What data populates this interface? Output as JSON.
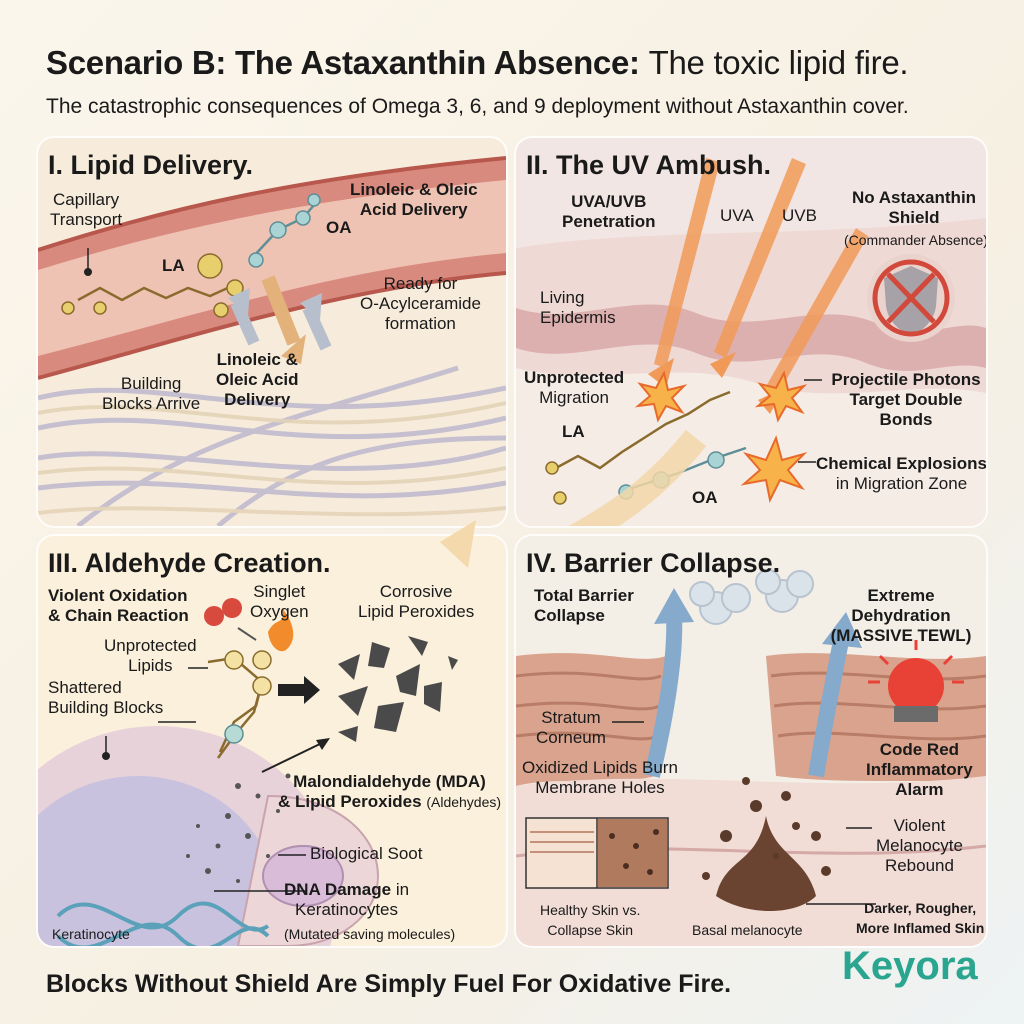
{
  "header": {
    "title_bold": "Scenario B: The Astaxanthin Absence:",
    "title_light": "The toxic lipid fire.",
    "subtitle": "The catastrophic consequences of Omega 3, 6, and 9 deployment without Astaxanthin cover."
  },
  "panel1": {
    "title": "I. Lipid Delivery.",
    "capillary": "Capillary\nTransport",
    "la": "LA",
    "oa": "OA",
    "delivery_top": "Linoleic & Oleic\nAcid Delivery",
    "ready": "Ready for\nO-Acylceramide\nformation",
    "delivery_mid": "Linoleic &\nOleic Acid\nDelivery",
    "building": "Building\nBlocks Arrive"
  },
  "panel2": {
    "title": "II. The UV Ambush.",
    "penetration": "UVA/UVB\nPenetration",
    "uva": "UVA",
    "uvb": "UVB",
    "no_shield": "No Astaxanthin\nShield",
    "commander": "(Commander Absence)",
    "living": "Living\nEpidermis",
    "unprotected_bold": "Unprotected",
    "unprotected_rest": "Migration",
    "photons": "Projectile Photons\nTarget Double Bonds",
    "la": "LA",
    "oa": "OA",
    "explosions_bold": "Chemical Explosions",
    "explosions_rest": "in Migration Zone"
  },
  "panel3": {
    "title": "III. Aldehyde Creation.",
    "violent": "Violent Oxidation\n& Chain Reaction",
    "singlet": "Singlet\nOxygen",
    "corrosive": "Corrosive\nLipid Peroxides",
    "unprotected": "Unprotected\nLipids",
    "shattered": "Shattered\nBuilding Blocks",
    "mda_bold": "Malondialdehyde (MDA)",
    "mda_rest_bold": "& Lipid Peroxides",
    "mda_rest": "(Aldehydes)",
    "soot": "Biological Soot",
    "dna_bold": "DNA Damage",
    "dna_in": "in",
    "dna_rest": "Keratinocytes",
    "dna_note": "(Mutated saving molecules)",
    "keratinocyte": "Keratinocyte"
  },
  "panel4": {
    "title": "IV. Barrier Collapse.",
    "total": "Total Barrier\nCollapse",
    "dehydration": "Extreme Dehydration\n(MASSIVE TEWL)",
    "stratum": "Stratum\nCorneum",
    "oxidized": "Oxidized Lipids Burn\nMembrane Holes",
    "code_red": "Code Red\nInflammatory\nAlarm",
    "violent": "Violent\nMelanocyte\nRebound",
    "healthy": "Healthy Skin vs.\nCollapse Skin",
    "basal": "Basal melanocyte",
    "darker": "Darker, Rougher,\nMore Inflamed Skin"
  },
  "footer": {
    "tagline": "Blocks Without Shield Are Simply Fuel For Oxidative Fire.",
    "logo": "Keyora"
  }
}
